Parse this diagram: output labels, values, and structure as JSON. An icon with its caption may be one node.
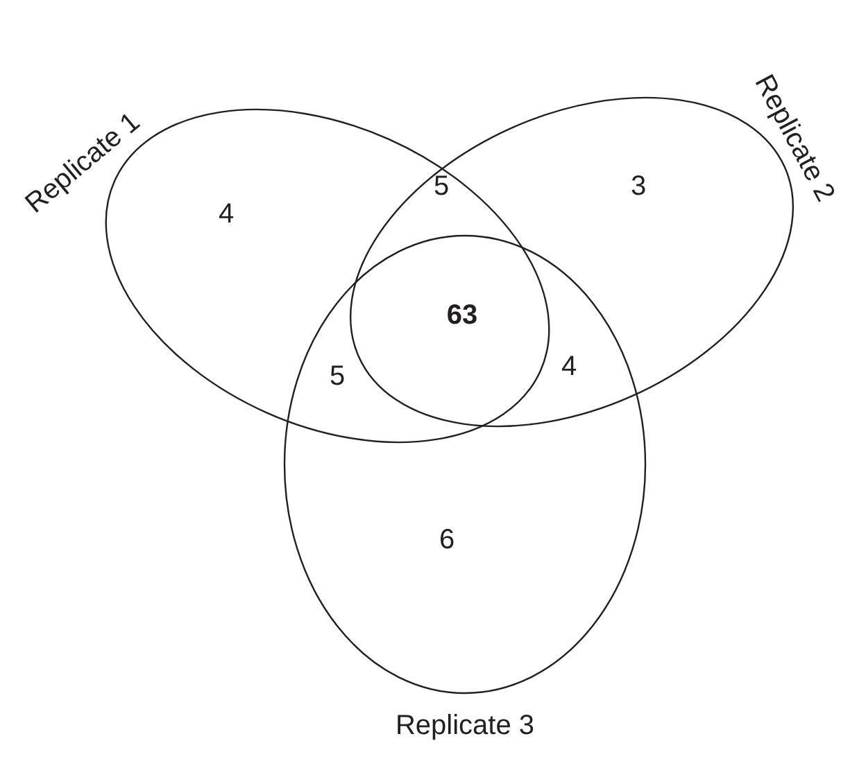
{
  "diagram": {
    "nodes": [
      {
        "text": [
          "Replicate 1"
        ]
      },
      {
        "text": [
          "Replicate 2"
        ]
      },
      {
        "text": [
          "Replicate 3"
        ]
      }
    ],
    "labels": [
      "4",
      "5",
      "3",
      "63",
      "5",
      "4",
      "6"
    ]
  }
}
